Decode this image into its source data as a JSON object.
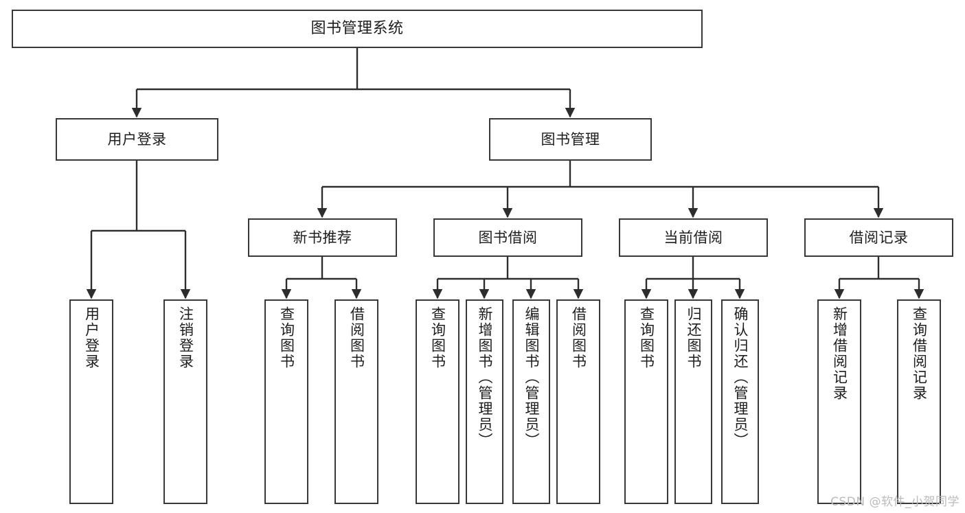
{
  "diagram": {
    "title": "图书管理系统",
    "type": "功能结构图",
    "background_color": "#ffffff",
    "box_border_color": "#36383a",
    "box_fill_color": "#ffffff",
    "connector_color": "#2b2d2f",
    "text_color": "#1c1d1f"
  },
  "watermark": {
    "text": "CSDN @软件_小贺同学",
    "color": "#b9bbbd"
  },
  "nodes": {
    "root": {
      "label": "图书管理系统"
    },
    "level1": [
      {
        "id": "user-login",
        "label": "用户登录"
      },
      {
        "id": "book-manage",
        "label": "图书管理"
      }
    ],
    "level2": [
      {
        "id": "new-book-recommend",
        "label": "新书推荐"
      },
      {
        "id": "book-borrow",
        "label": "图书借阅"
      },
      {
        "id": "current-borrow",
        "label": "当前借阅"
      },
      {
        "id": "borrow-record",
        "label": "借阅记录"
      }
    ],
    "leaves": [
      {
        "id": "leaf-user-login",
        "label": "用户登录",
        "parent": "user-login"
      },
      {
        "id": "leaf-logout-login",
        "label": "注销登录",
        "parent": "user-login"
      },
      {
        "id": "leaf-query-book-1",
        "label": "查询图书",
        "parent": "new-book-recommend"
      },
      {
        "id": "leaf-borrow-book-1",
        "label": "借阅图书",
        "parent": "new-book-recommend"
      },
      {
        "id": "leaf-query-book-2",
        "label": "查询图书",
        "parent": "book-borrow"
      },
      {
        "id": "leaf-add-book",
        "label": "新增图书（管理员）",
        "parent": "book-borrow"
      },
      {
        "id": "leaf-edit-book",
        "label": "编辑图书（管理员）",
        "parent": "book-borrow"
      },
      {
        "id": "leaf-borrow-book-2",
        "label": "借阅图书",
        "parent": "book-borrow"
      },
      {
        "id": "leaf-query-book-3",
        "label": "查询图书",
        "parent": "current-borrow"
      },
      {
        "id": "leaf-return-book",
        "label": "归还图书",
        "parent": "current-borrow"
      },
      {
        "id": "leaf-confirm-return",
        "label": "确认归还（管理员）",
        "parent": "current-borrow"
      },
      {
        "id": "leaf-add-record",
        "label": "新增借阅记录",
        "parent": "borrow-record"
      },
      {
        "id": "leaf-query-record",
        "label": "查询借阅记录",
        "parent": "borrow-record"
      }
    ]
  }
}
